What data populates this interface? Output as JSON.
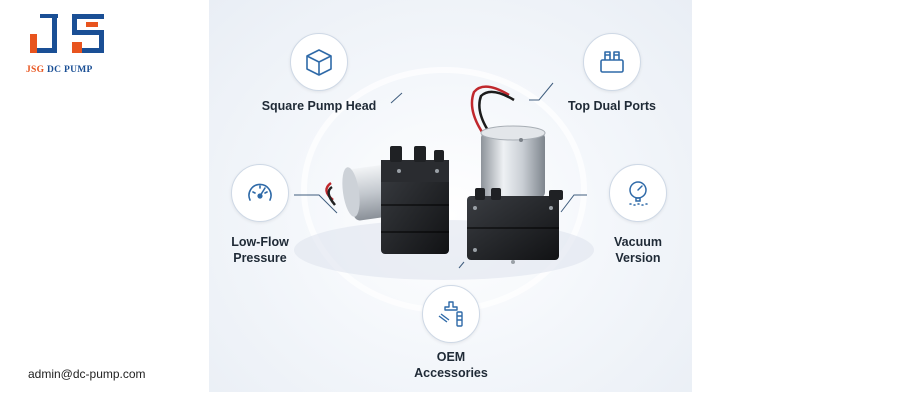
{
  "brand": {
    "logo_text_highlight": "JSG",
    "logo_text_rest": " DC PUMP",
    "colors": {
      "orange": "#e8541e",
      "blue": "#1a4f95",
      "icon_blue": "#2f6aa8"
    }
  },
  "contact": {
    "email": "admin@dc-pump.com"
  },
  "features": {
    "square": {
      "label": "Square Pump Head",
      "icon": "cube-icon"
    },
    "ports": {
      "label": "Top Dual Ports",
      "icon": "dual-ports-icon"
    },
    "low_flow": {
      "label_line1": "Low-Flow",
      "label_line2": "Pressure",
      "icon": "gauge-icon"
    },
    "vacuum": {
      "label_line1": "Vacuum",
      "label_line2": "Version",
      "icon": "vacuum-gauge-icon"
    },
    "oem": {
      "label_line1": "OEM",
      "label_line2": "Accessories",
      "icon": "fittings-icon"
    }
  }
}
